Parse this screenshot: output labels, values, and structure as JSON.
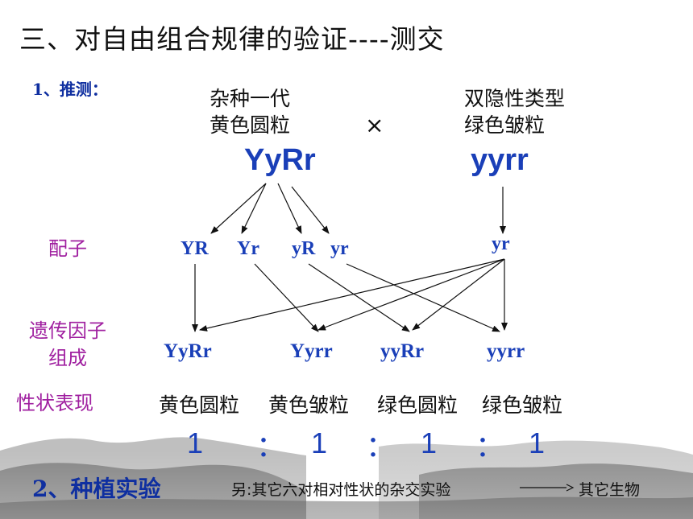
{
  "title": "三、对自由组合规律的验证----测交",
  "step1": "1、推测：",
  "step2": "2、种植实验",
  "parent1": {
    "line1": "杂种一代",
    "line2": "黄色圆粒",
    "genotype": "YyRr"
  },
  "cross_symbol": "×",
  "parent2": {
    "line1": "双隐性类型",
    "line2": "绿色皱粒",
    "genotype": "yyrr"
  },
  "labels": {
    "gametes": "配子",
    "offspring_line1": "遗传因子",
    "offspring_line2": "组成",
    "phenotype": "性状表现"
  },
  "gametes_f1": [
    "YR",
    "Yr",
    "yR",
    "yr"
  ],
  "gamete_recessive": "yr",
  "offspring": [
    "YyRr",
    "Yyrr",
    "yyRr",
    "yyrr"
  ],
  "phenotypes": [
    "黄色圆粒",
    "黄色皱粒",
    "绿色圆粒",
    "绿色皱粒"
  ],
  "ratio": [
    "1",
    "：",
    "1",
    "：",
    "1",
    "：",
    "1"
  ],
  "note": "另:其它六对相对性状的杂交实验",
  "note_target": "其它生物",
  "colors": {
    "genotype": "#1a3fb8",
    "label": "#a020a0",
    "step": "#0f2fa0",
    "text": "#111111"
  }
}
